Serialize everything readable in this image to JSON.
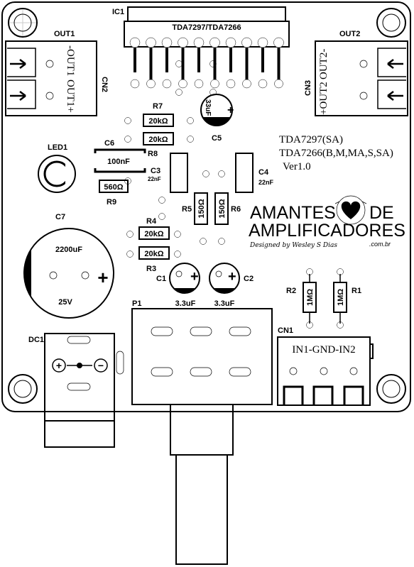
{
  "board": {
    "title_lines": [
      "TDA7297(SA)",
      "TDA7266(B,M,MA,S,SA)"
    ],
    "version": "Ver1.0",
    "brand_line1_a": "AMANTES",
    "brand_line1_b": "DE",
    "brand_line2": "AMPLIFICADORES",
    "signature": "Designed by Wesley S Dias",
    "domain_suffix": ".com.br"
  },
  "ic": {
    "ref": "IC1",
    "part": "TDA7297/TDA7266"
  },
  "connectors": {
    "out1": {
      "ref": "OUT1",
      "cn": "CN2",
      "minus": "-OUT1",
      "plus": "OUT1+"
    },
    "out2": {
      "ref": "OUT2",
      "cn": "CN3",
      "minus": "OUT2-",
      "plus": "+OUT2"
    },
    "input": {
      "ref": "CN1",
      "label": "IN1-GND-IN2"
    },
    "pot": {
      "ref": "P1"
    },
    "dc": {
      "ref": "DC1",
      "plus": "+",
      "minus": "−"
    }
  },
  "components": {
    "R7": {
      "ref": "R7",
      "value": "20kΩ"
    },
    "R8": {
      "ref": "R8",
      "value": "20kΩ"
    },
    "R4": {
      "ref": "R4",
      "value": "20kΩ"
    },
    "R3": {
      "ref": "R3",
      "value": "20kΩ"
    },
    "R9": {
      "ref": "R9",
      "value": "560Ω"
    },
    "R5": {
      "ref": "R5",
      "value": "150Ω"
    },
    "R6": {
      "ref": "R6",
      "value": "150Ω"
    },
    "R2": {
      "ref": "R2",
      "value": "1MΩ"
    },
    "R1": {
      "ref": "R1",
      "value": "1MΩ"
    },
    "C6": {
      "ref": "C6",
      "value": "100nF"
    },
    "C3": {
      "ref": "C3",
      "value": "22nF"
    },
    "C4": {
      "ref": "C4",
      "value": "22nF"
    },
    "C5": {
      "ref": "C5",
      "value": "33uF",
      "polarity": "+"
    },
    "C1": {
      "ref": "C1",
      "value": "3.3uF",
      "polarity": "+"
    },
    "C2": {
      "ref": "C2",
      "value": "3.3uF",
      "polarity": "+"
    },
    "C7": {
      "ref": "C7",
      "value": "2200uF",
      "voltage": "25V",
      "polarity": "+"
    },
    "LED1": {
      "ref": "LED1"
    }
  }
}
